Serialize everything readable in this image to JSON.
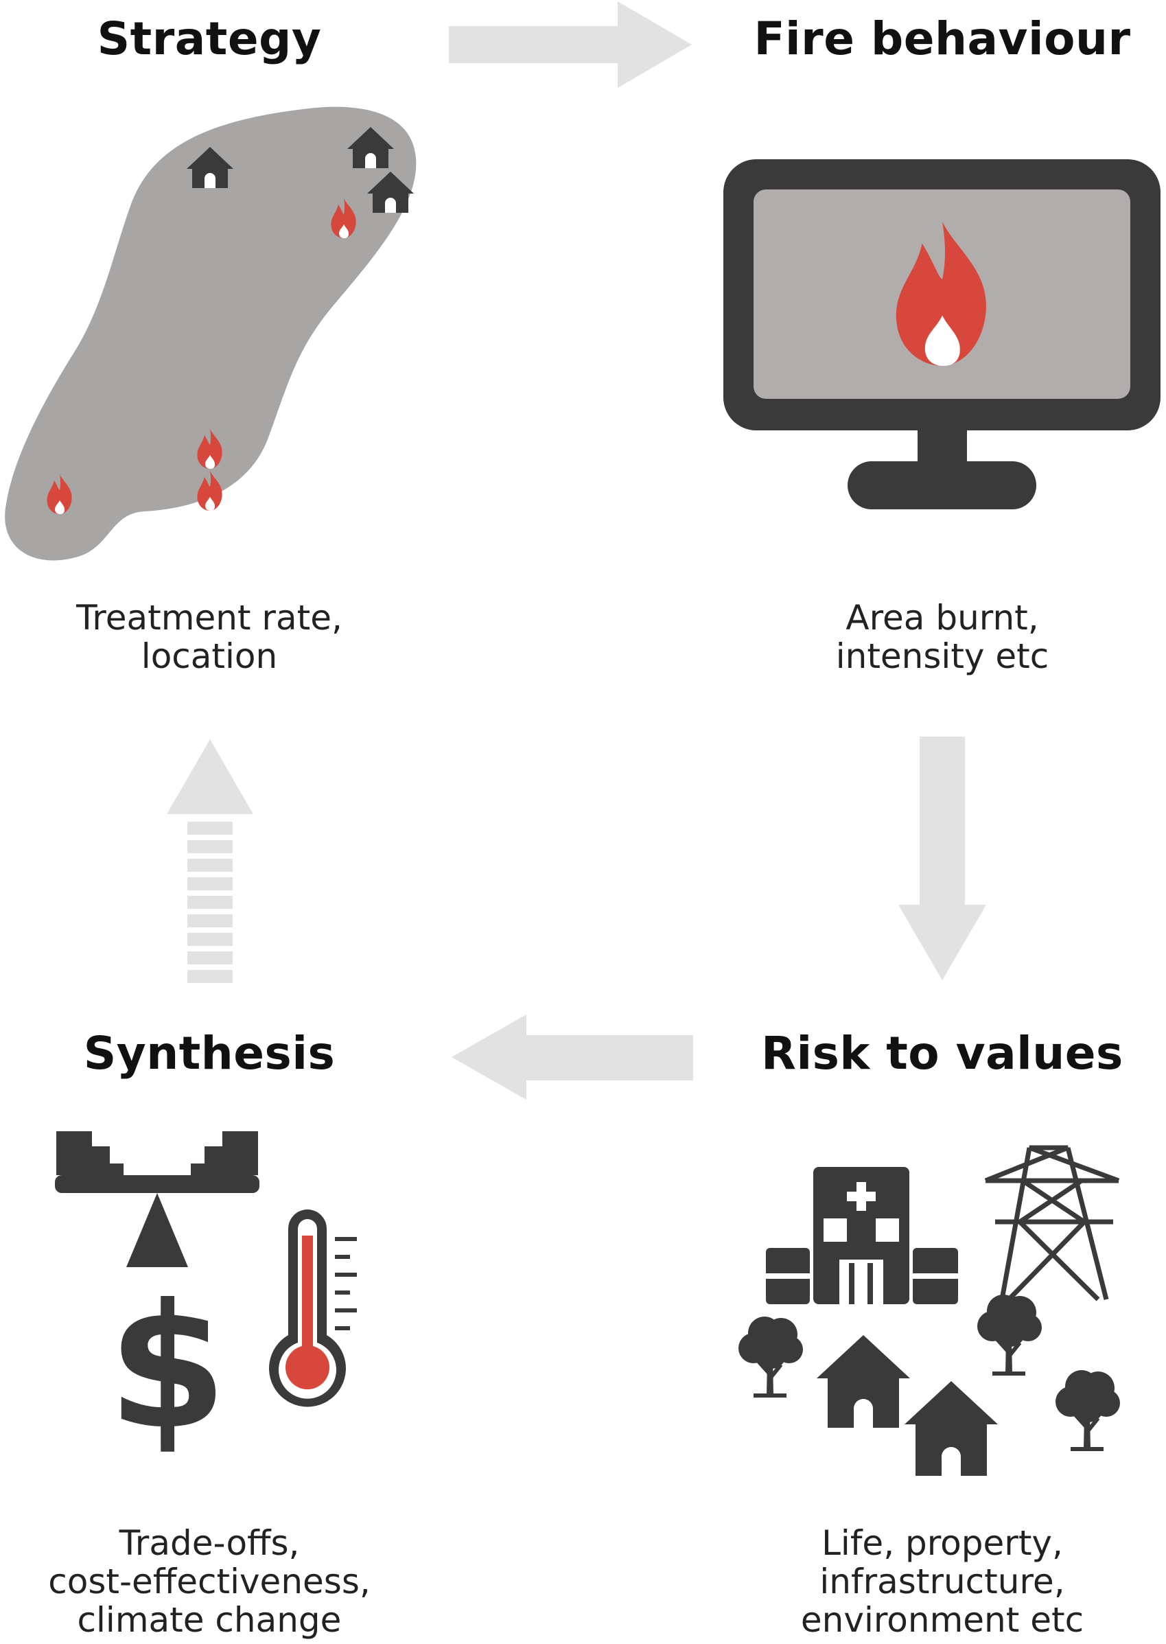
{
  "stages": {
    "strategy": {
      "title": "Strategy",
      "caption": [
        "Treatment rate,",
        "location"
      ]
    },
    "fire_behaviour": {
      "title": "Fire behaviour",
      "caption": [
        "Area burnt,",
        "intensity etc"
      ]
    },
    "risk_to_values": {
      "title": "Risk to values",
      "caption": [
        "Life, property,",
        "infrastructure,",
        "environment etc"
      ]
    },
    "synthesis": {
      "title": "Synthesis",
      "caption": [
        "Trade-offs,",
        "cost-effectiveness,",
        "climate change"
      ]
    }
  },
  "colors": {
    "icon_dark": "#3a3a3a",
    "map_gray": "#a8a5a5",
    "screen_gray": "#b1adad",
    "fire_red": "#d8473b",
    "arrow_gray": "#e2e2e2"
  },
  "icons": [
    "map-icon",
    "house-icon",
    "fire-icon",
    "monitor-icon",
    "hospital-icon",
    "power-pylon-icon",
    "tree-icon",
    "scales-icon",
    "dollar-icon",
    "thermometer-icon"
  ]
}
